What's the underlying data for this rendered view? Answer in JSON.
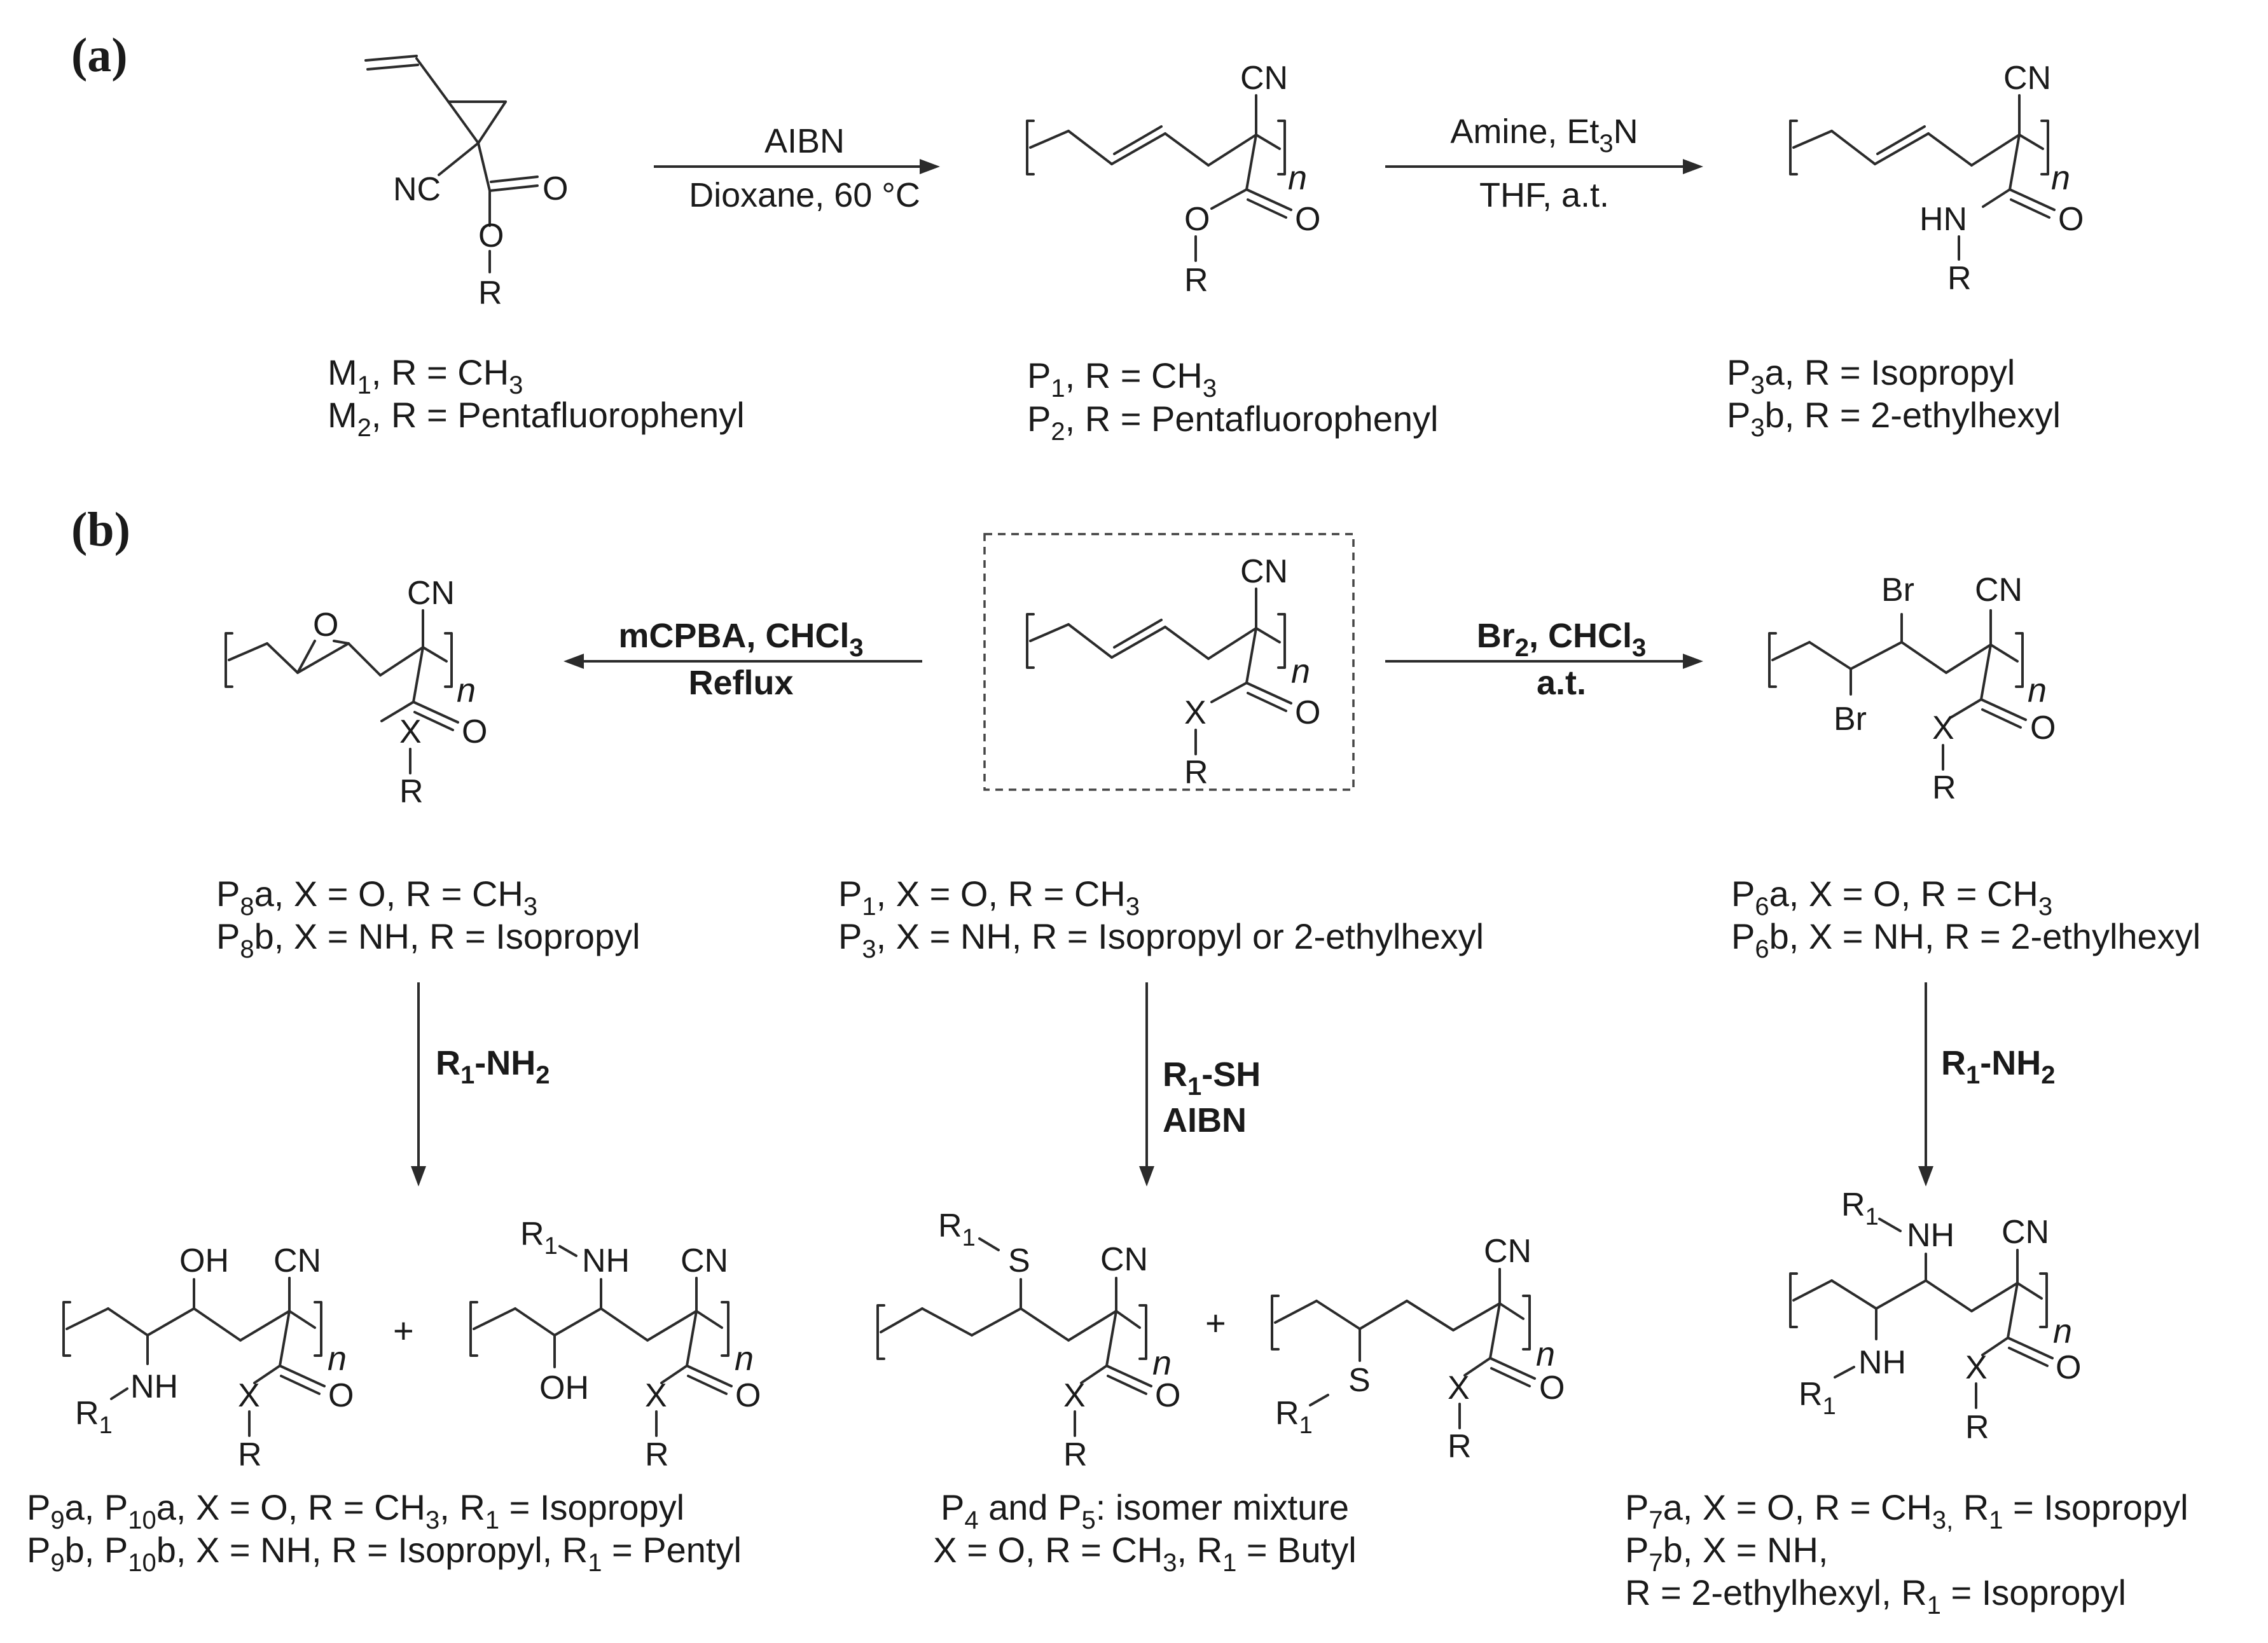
{
  "panels": {
    "a": "(a)",
    "b": "(b)"
  },
  "atoms": {
    "CN": "CN",
    "NC": "NC",
    "O": "O",
    "R": "R",
    "X": "X",
    "HN": "HN",
    "NH": "NH",
    "OH": "OH",
    "Br": "Br",
    "S": "S",
    "R1": "R",
    "one": "1",
    "n": "n",
    "plus": "+"
  },
  "reagents": {
    "a1_top": "AIBN",
    "a1_bottom": "Dioxane, 60 °C",
    "a2_top_pre": "Amine, Et",
    "a2_top_sub": "3",
    "a2_top_post": "N",
    "a2_bottom": "THF,  a.t.",
    "b_left_top_pre": "mCPBA, CHCl",
    "b_left_top_sub": "3",
    "b_left_bottom": "Reflux",
    "b_right_top_pre": "Br",
    "b_right_top_sub1": "2",
    "b_right_top_mid": ", CHCl",
    "b_right_top_sub2": "3",
    "b_right_bottom": "a.t.",
    "amine_pre": "R",
    "amine_sub1": "1",
    "amine_mid": "-NH",
    "amine_sub2": "2",
    "thiol_pre": "R",
    "thiol_sub": "1",
    "thiol_post": "-SH",
    "thiol_bottom": "AIBN"
  },
  "captions": {
    "m1": {
      "a": "M",
      "s": "1",
      "b": ", R = CH",
      "s2": "3"
    },
    "m2": {
      "a": "M",
      "s": "2",
      "b": ", R = Pentafluorophenyl"
    },
    "p1": {
      "a": "P",
      "s": "1",
      "b": ", R = CH",
      "s2": "3"
    },
    "p2": {
      "a": "P",
      "s": "2",
      "b": ", R = Pentafluorophenyl"
    },
    "p3a": {
      "a": "P",
      "s": "3",
      "b": "a, R = Isopropyl"
    },
    "p3b": {
      "a": "P",
      "s": "3",
      "b": "b, R = 2-ethylhexyl"
    },
    "p8a": {
      "a": "P",
      "s": "8",
      "b": "a, X = O, R = CH",
      "s2": "3"
    },
    "p8b": {
      "a": "P",
      "s": "8",
      "b": "b, X = NH, R = Isopropyl"
    },
    "c1": {
      "a": "P",
      "s": "1",
      "b": ", X = O, R = CH",
      "s2": "3"
    },
    "c3": {
      "a": "P",
      "s": "3",
      "b": ", X = NH, R = Isopropyl or 2-ethylhexyl"
    },
    "p6a": {
      "a": "P",
      "s": "6",
      "b": "a, X = O, R = CH",
      "s2": "3"
    },
    "p6b": {
      "a": "P",
      "s": "6",
      "b": "b, X = NH, R = 2-ethylhexyl"
    },
    "p910a": {
      "a": "P",
      "s": "9",
      "b": "a, P",
      "s2": "10",
      "c": "a, X = O, R = CH",
      "s3": "3",
      "d": ", R",
      "s4": "1",
      "e": " = Isopropyl"
    },
    "p910b": {
      "a": "P",
      "s": "9",
      "b": "b, P",
      "s2": "10",
      "c": "b, X = NH, R = Isopropyl, R",
      "s3": "1",
      "d": " = Pentyl"
    },
    "p45a": {
      "a": "P",
      "s": "4",
      "b": " and P",
      "s2": "5",
      "c": ": isomer mixture"
    },
    "p45b": {
      "a": "X = O, R = CH",
      "s": "3",
      "b": ", R",
      "s2": "1",
      "c": " = Butyl"
    },
    "p7a": {
      "a": "P",
      "s": "7",
      "b": "a, X = O, R = CH",
      "s2": "3,",
      "c": " R",
      "s3": "1",
      "d": " = Isopropyl"
    },
    "p7b": {
      "a": "P",
      "s": "7",
      "b": "b, X = NH,"
    },
    "p7c": {
      "a": "R = 2-ethylhexyl, R",
      "s": "1",
      "b": " = Isopropyl"
    }
  }
}
